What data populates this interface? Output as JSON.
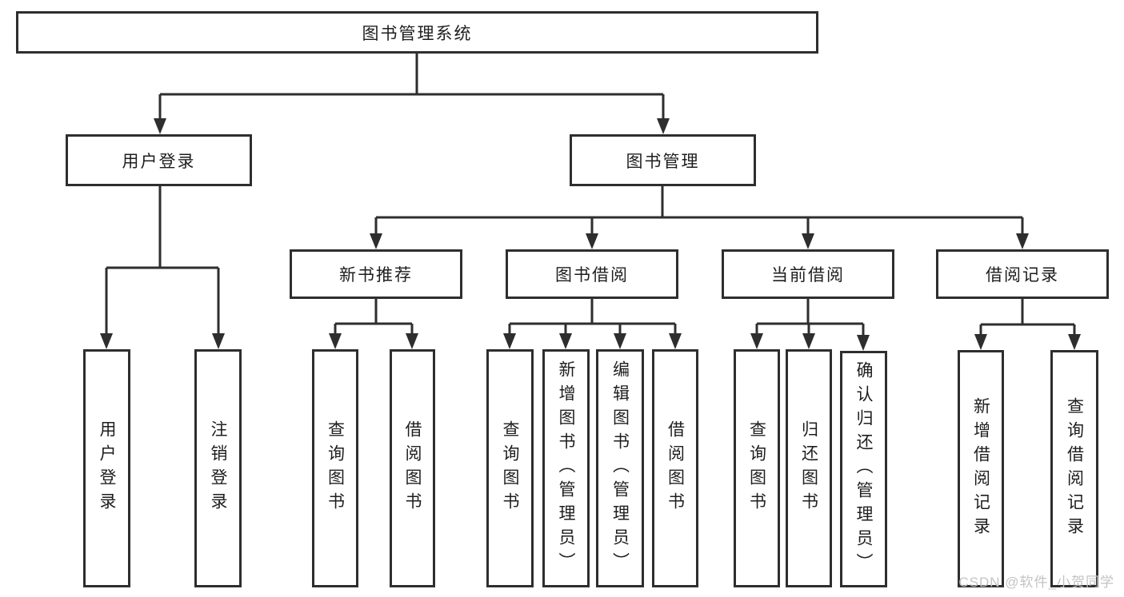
{
  "diagram_type": "hierarchy-tree",
  "watermark": "CSDN @软件_小贺同学",
  "colors": {
    "line": "#2e2e2e",
    "box_border": "#2e2e2e",
    "text": "#1e1e1e",
    "background": "#ffffff",
    "watermark": "#c3c3c3"
  },
  "tree": {
    "label": "图书管理系统",
    "children": [
      {
        "label": "用户登录",
        "children": [
          {
            "label": "用户登录"
          },
          {
            "label": "注销登录"
          }
        ]
      },
      {
        "label": "图书管理",
        "children": [
          {
            "label": "新书推荐",
            "children": [
              {
                "label": "查询图书"
              },
              {
                "label": "借阅图书"
              }
            ]
          },
          {
            "label": "图书借阅",
            "children": [
              {
                "label": "查询图书"
              },
              {
                "label": "新增图书（管理员）"
              },
              {
                "label": "编辑图书（管理员）"
              },
              {
                "label": "借阅图书"
              }
            ]
          },
          {
            "label": "当前借阅",
            "children": [
              {
                "label": "查询图书"
              },
              {
                "label": "归还图书"
              },
              {
                "label": "确认归还（管理员）"
              }
            ]
          },
          {
            "label": "借阅记录",
            "children": [
              {
                "label": "新增借阅记录"
              },
              {
                "label": "查询借阅记录"
              }
            ]
          }
        ]
      }
    ]
  }
}
